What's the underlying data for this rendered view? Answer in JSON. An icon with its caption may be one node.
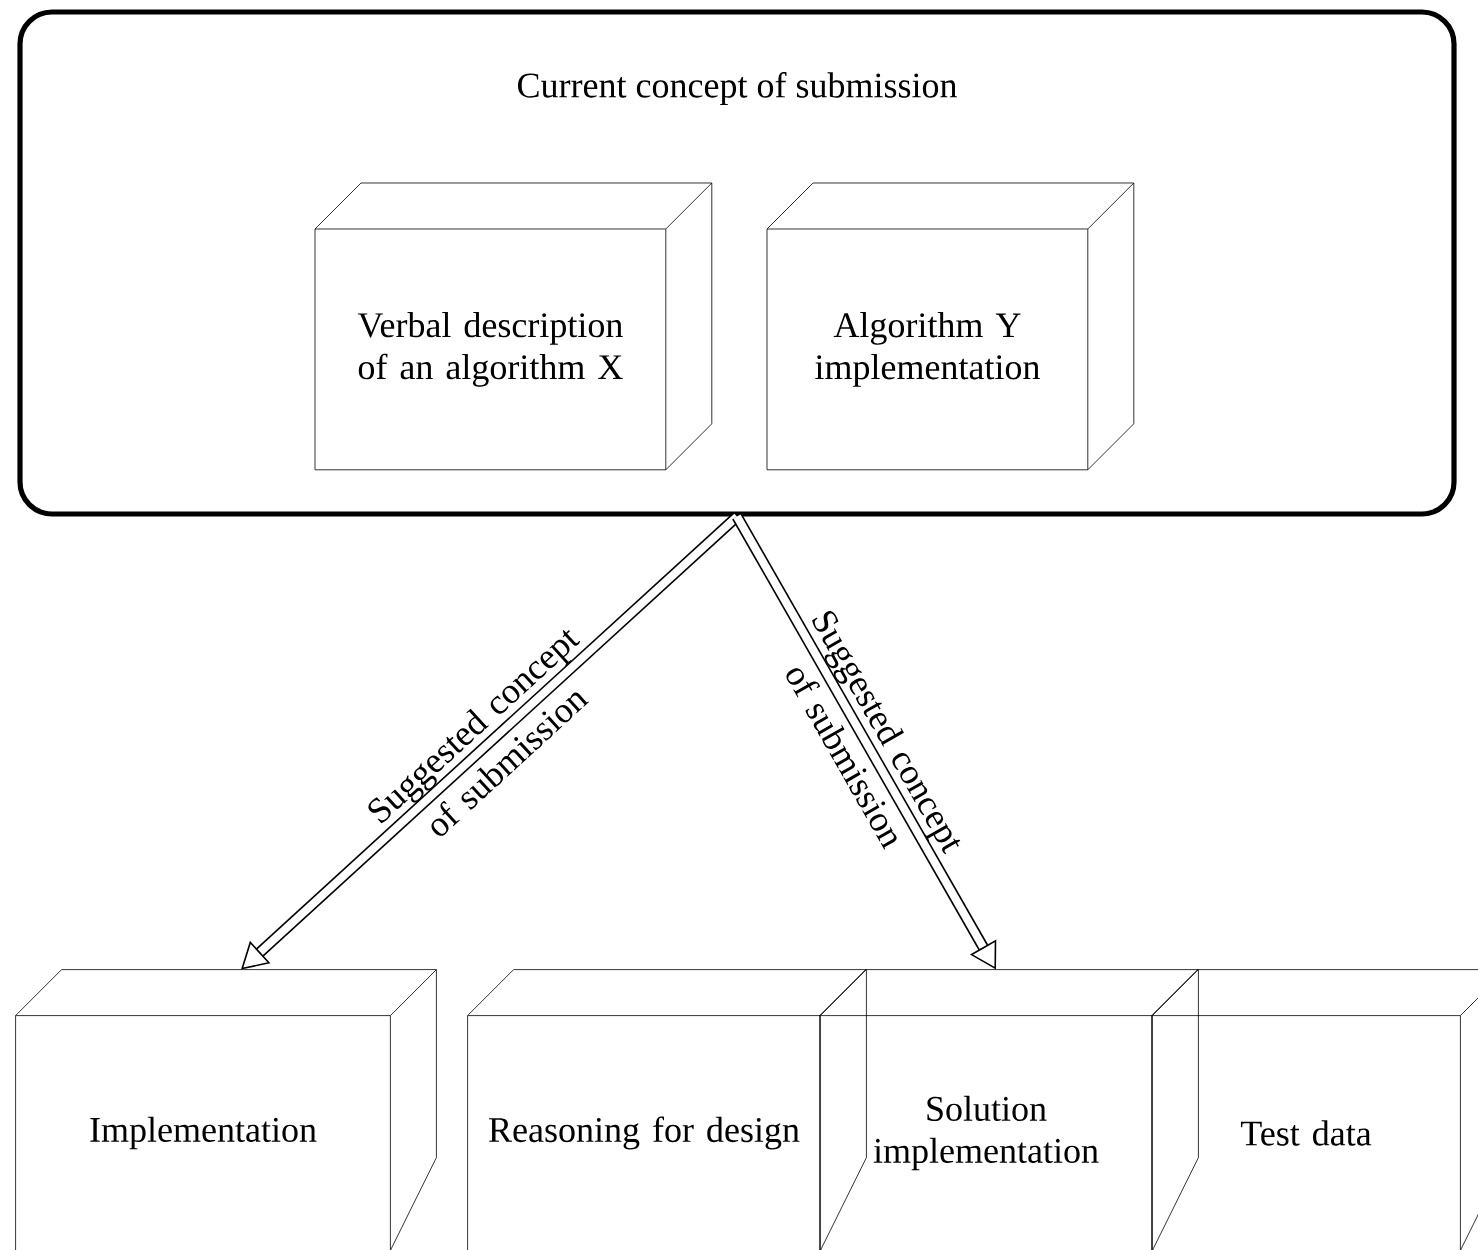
{
  "diagram": {
    "nodes": [
      {
        "text": [
          "Current concept of submission"
        ]
      },
      {
        "text": [
          "Verbal description of an algorithm X"
        ],
        "in": 0
      },
      {
        "text": [
          "Algorithm Y implementation"
        ],
        "in": 0
      },
      {
        "text": [
          "Implementation"
        ]
      },
      {
        "text": [
          "Reasoning for design"
        ]
      },
      {
        "text": [
          "Solution implementation"
        ]
      },
      {
        "text": [
          "Test data"
        ]
      }
    ],
    "edges": [
      {
        "from": 0,
        "to": 3,
        "arrow": "to",
        "label": "Suggested concept of submission"
      },
      {
        "from": 0,
        "to": 5,
        "arrow": "to",
        "label": "Suggested concept of submission"
      }
    ]
  }
}
